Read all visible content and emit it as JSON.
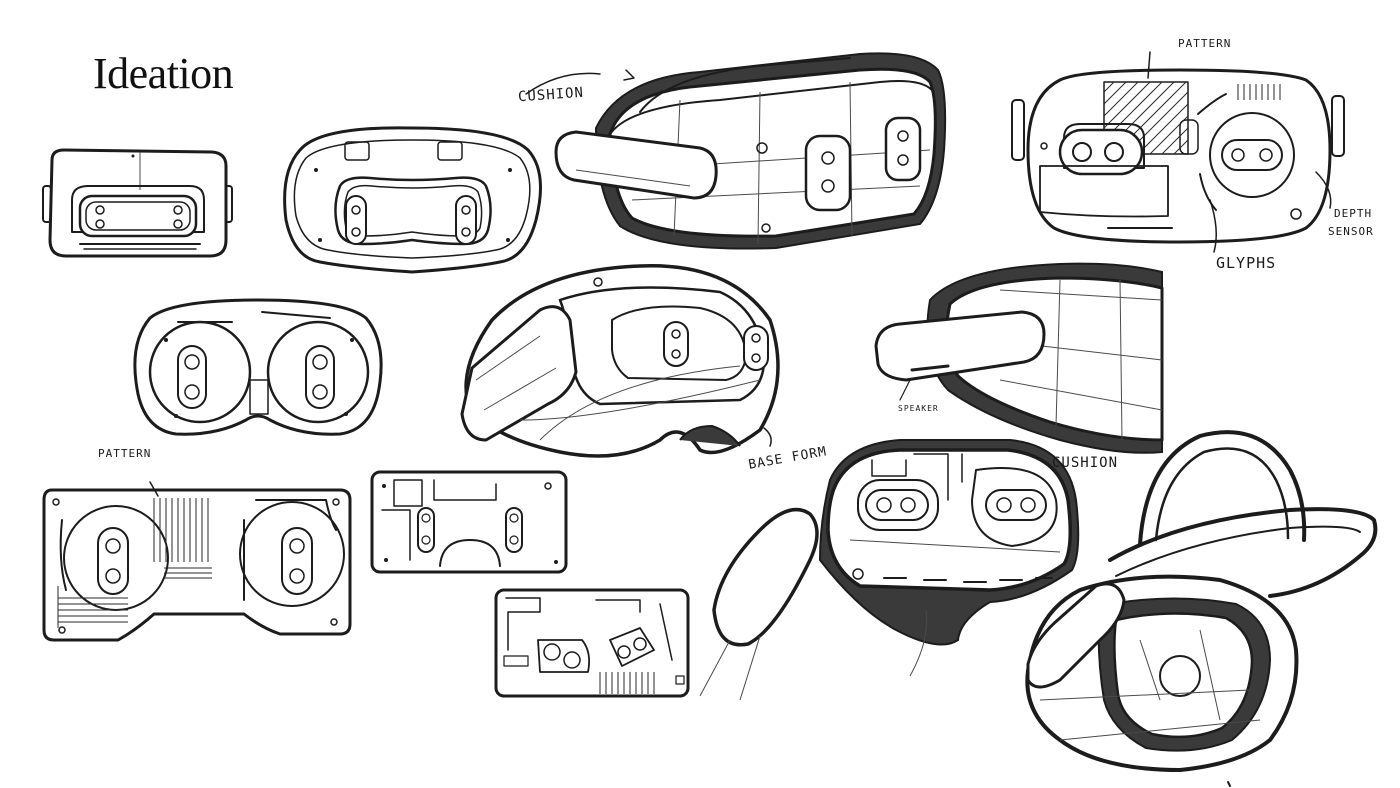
{
  "page": {
    "title": "Ideation"
  },
  "annotations": {
    "cushion_top": "CUSHION",
    "pattern_top": "PATTERN",
    "depth_sensor_1": "DEPTH",
    "depth_sensor_2": "SENSOR",
    "glyphs": "GLYPHS",
    "speaker": "SPEAKER",
    "base_form": "BASE FORM",
    "cushion_bottom": "CUSHION",
    "pattern_left": "PATTERN"
  },
  "colors": {
    "ink": "#1c1c1c",
    "cushion_fill": "#3a3a3a",
    "paper": "#ffffff"
  }
}
